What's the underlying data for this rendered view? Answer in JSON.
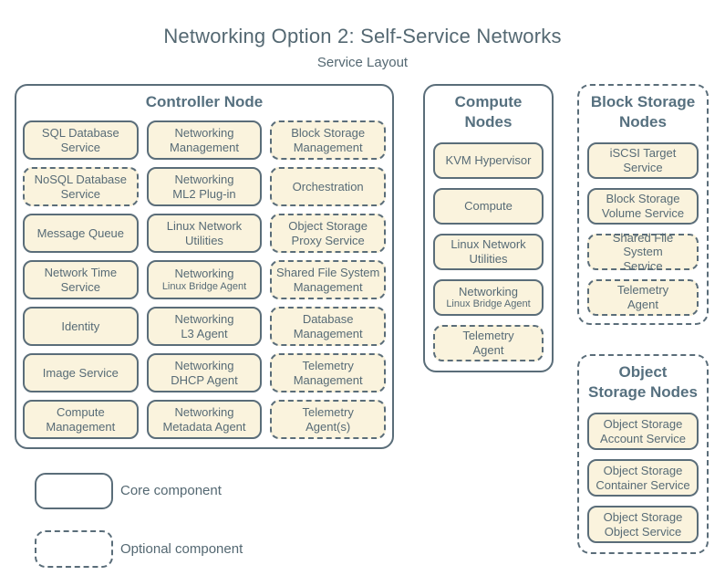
{
  "page": {
    "title": "Networking Option 2: Self-Service Networks",
    "subtitle": "Service Layout"
  },
  "colors": {
    "background": "#ffffff",
    "box_fill": "#faf3dd",
    "line": "#5a6d79",
    "text": "#576b76"
  },
  "legend": {
    "core_label": "Core component",
    "optional_label": "Optional component"
  },
  "groups": [
    {
      "id": "controller",
      "title": "Controller Node",
      "border": "solid",
      "items": [
        {
          "label": "SQL Database\nService",
          "style": "solid"
        },
        {
          "label": "Networking\nManagement",
          "style": "solid"
        },
        {
          "label": "Block Storage\nManagement",
          "style": "dashed"
        },
        {
          "label": "NoSQL Database\nService",
          "style": "dashed"
        },
        {
          "label": "Networking\nML2 Plug-in",
          "style": "solid"
        },
        {
          "label": "Orchestration",
          "style": "dashed"
        },
        {
          "label": "Message Queue",
          "style": "solid"
        },
        {
          "label": "Linux Network\nUtilities",
          "style": "solid"
        },
        {
          "label": "Object Storage\nProxy Service",
          "style": "dashed"
        },
        {
          "label": "Network Time\nService",
          "style": "solid"
        },
        {
          "label": "Networking",
          "sub": "Linux Bridge Agent",
          "style": "solid"
        },
        {
          "label": "Shared File System\nManagement",
          "style": "dashed"
        },
        {
          "label": "Identity",
          "style": "solid"
        },
        {
          "label": "Networking\nL3 Agent",
          "style": "solid"
        },
        {
          "label": "Database\nManagement",
          "style": "dashed"
        },
        {
          "label": "Image Service",
          "style": "solid"
        },
        {
          "label": "Networking\nDHCP Agent",
          "style": "solid"
        },
        {
          "label": "Telemetry\nManagement",
          "style": "dashed"
        },
        {
          "label": "Compute\nManagement",
          "style": "solid"
        },
        {
          "label": "Networking\nMetadata Agent",
          "style": "solid"
        },
        {
          "label": "Telemetry\nAgent(s)",
          "style": "dashed"
        }
      ]
    },
    {
      "id": "compute",
      "title": "Compute\nNodes",
      "border": "solid",
      "items": [
        {
          "label": "KVM Hypervisor",
          "style": "solid"
        },
        {
          "label": "Compute",
          "style": "solid"
        },
        {
          "label": "Linux Network\nUtilities",
          "style": "solid"
        },
        {
          "label": "Networking",
          "sub": "Linux Bridge Agent",
          "style": "solid"
        },
        {
          "label": "Telemetry\nAgent",
          "style": "dashed"
        }
      ]
    },
    {
      "id": "block-storage",
      "title": "Block Storage\nNodes",
      "border": "dashed",
      "items": [
        {
          "label": "iSCSI Target\nService",
          "style": "solid"
        },
        {
          "label": "Block Storage\nVolume Service",
          "style": "solid"
        },
        {
          "label": "Shared File System\nService",
          "style": "dashed"
        },
        {
          "label": "Telemetry\nAgent",
          "style": "dashed"
        }
      ]
    },
    {
      "id": "object-storage",
      "title": "Object\nStorage Nodes",
      "border": "dashed",
      "items": [
        {
          "label": "Object Storage\nAccount Service",
          "style": "solid"
        },
        {
          "label": "Object Storage\nContainer Service",
          "style": "solid"
        },
        {
          "label": "Object Storage\nObject Service",
          "style": "solid"
        }
      ]
    }
  ]
}
